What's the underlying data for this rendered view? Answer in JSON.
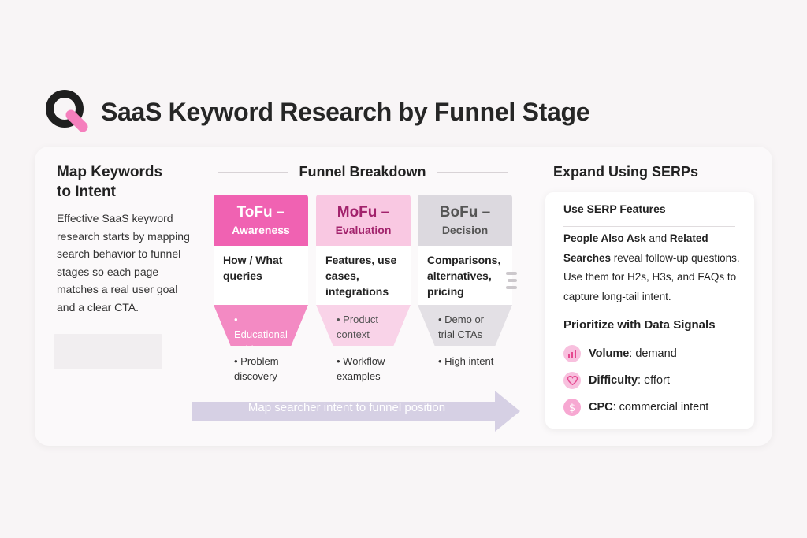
{
  "header": {
    "title": "SaaS Keyword Research by Funnel Stage",
    "logo_icon": "magnifier-logo-icon"
  },
  "left": {
    "heading_line1": "Map Keywords",
    "heading_line2": "to Intent",
    "body": "Effective SaaS keyword research starts by mapping search behavior to funnel stages so each page matches a real user goal and a clear CTA."
  },
  "funnel": {
    "title": "Funnel Breakdown",
    "stages": [
      {
        "name": "ToFu –",
        "subtitle": "Awareness",
        "queries": "How / What queries",
        "content": "• Educational guides",
        "outcome": "• Problem discovery"
      },
      {
        "name": "MoFu –",
        "subtitle": "Evaluation",
        "queries": "Features, use cases, integrations",
        "content": "• Product context",
        "outcome": "• Workflow examples"
      },
      {
        "name": "BoFu –",
        "subtitle": "Decision",
        "queries": "Comparisons, alternatives, pricing",
        "content": "• Demo or trial CTAs",
        "outcome": "• High intent"
      }
    ],
    "arrow_label": "Map searcher intent to funnel position"
  },
  "serps": {
    "title": "Expand Using SERPs",
    "features_heading": "Use SERP Features",
    "features_bold1": "People Also Ask",
    "features_and": " and ",
    "features_bold2": "Related Searches",
    "features_rest": " reveal follow-up questions. Use them for H2s, H3s, and FAQs to capture long-tail intent.",
    "signals_heading": "Prioritize with Data Signals",
    "signals": [
      {
        "label": "Volume",
        "desc": ": demand",
        "icon": "bar-chart-icon"
      },
      {
        "label": "Difficulty",
        "desc": ": effort",
        "icon": "heart-icon"
      },
      {
        "label": "CPC",
        "desc": ": commercial intent",
        "icon": "dollar-icon"
      }
    ]
  },
  "colors": {
    "accent_pink": "#f062b2",
    "light_pink": "#f9c8e2",
    "gray": "#dcd9df",
    "arrow": "#d6d0e4"
  }
}
